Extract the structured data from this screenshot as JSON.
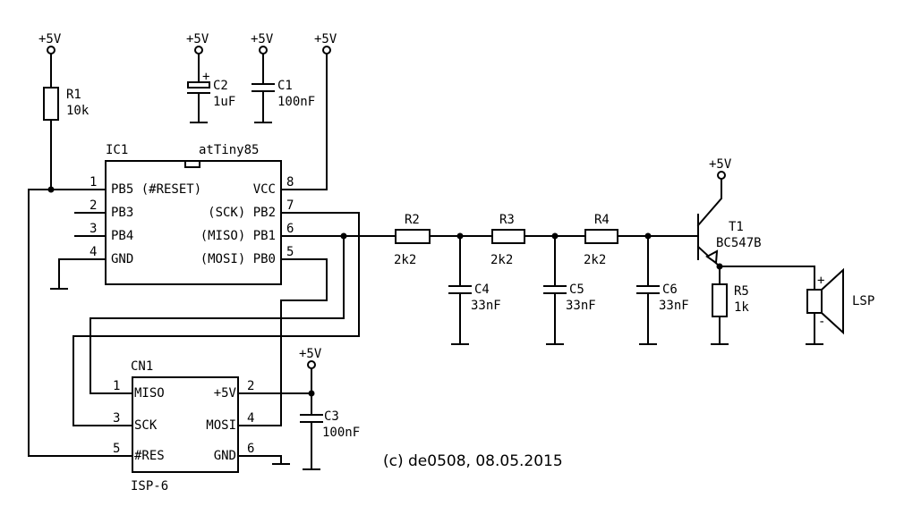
{
  "power": "+5V",
  "ic1": {
    "ref": "IC1",
    "part": "atTiny85",
    "pins": [
      {
        "num": "1",
        "name": "PB5 (#RESET)"
      },
      {
        "num": "2",
        "name": "PB3"
      },
      {
        "num": "3",
        "name": "PB4"
      },
      {
        "num": "4",
        "name": "GND"
      },
      {
        "num": "8",
        "name": "VCC"
      },
      {
        "num": "7",
        "name": "(SCK) PB2"
      },
      {
        "num": "6",
        "name": "(MISO) PB1"
      },
      {
        "num": "5",
        "name": "(MOSI) PB0"
      }
    ]
  },
  "r1": {
    "ref": "R1",
    "value": "10k"
  },
  "c2": {
    "ref": "C2",
    "value": "1uF",
    "plus": "+"
  },
  "c1": {
    "ref": "C1",
    "value": "100nF"
  },
  "r2": {
    "ref": "R2",
    "value": "2k2"
  },
  "r3": {
    "ref": "R3",
    "value": "2k2"
  },
  "r4": {
    "ref": "R4",
    "value": "2k2"
  },
  "c4": {
    "ref": "C4",
    "value": "33nF"
  },
  "c5": {
    "ref": "C5",
    "value": "33nF"
  },
  "c6": {
    "ref": "C6",
    "value": "33nF"
  },
  "t1": {
    "ref": "T1",
    "value": "BC547B"
  },
  "r5": {
    "ref": "R5",
    "value": "1k"
  },
  "lsp": {
    "ref": "LSP",
    "plus": "+",
    "minus": "-"
  },
  "cn1": {
    "ref": "CN1",
    "name": "ISP-6",
    "pins": [
      {
        "num": "1",
        "name": "MISO"
      },
      {
        "num": "3",
        "name": "SCK"
      },
      {
        "num": "5",
        "name": "#RES"
      },
      {
        "num": "2",
        "name": "+5V"
      },
      {
        "num": "4",
        "name": "MOSI"
      },
      {
        "num": "6",
        "name": "GND"
      }
    ]
  },
  "c3": {
    "ref": "C3",
    "value": "100nF"
  },
  "copyright": "(c) de0508, 08.05.2015"
}
